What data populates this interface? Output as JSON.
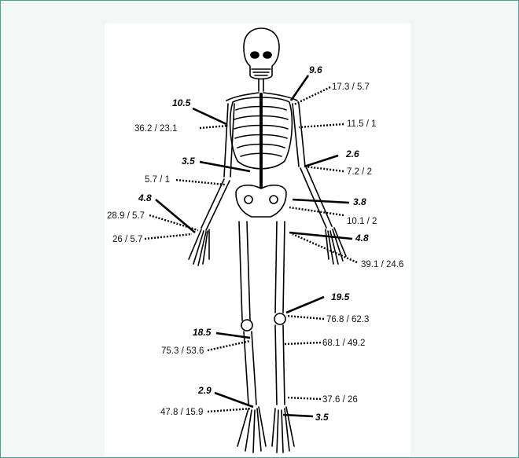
{
  "annotations": [
    {
      "id": "shoulder-right-bold",
      "text": "9.6",
      "bold": true
    },
    {
      "id": "shoulder-right-pair",
      "text": "17.3 / 5.7",
      "bold": false
    },
    {
      "id": "shoulder-left-bold",
      "text": "10.5",
      "bold": true
    },
    {
      "id": "humerus-left-pair",
      "text": "36.2 / 23.1",
      "bold": false
    },
    {
      "id": "humerus-right-pair",
      "text": "11.5 / 1",
      "bold": false
    },
    {
      "id": "elbow-right-bold",
      "text": "2.6",
      "bold": true
    },
    {
      "id": "elbow-right-pair",
      "text": "7.2 / 2",
      "bold": false
    },
    {
      "id": "spine-bold",
      "text": "3.5",
      "bold": true
    },
    {
      "id": "elbow-left-pair",
      "text": "5.7 / 1",
      "bold": false
    },
    {
      "id": "wrist-left-bold",
      "text": "4.8",
      "bold": true
    },
    {
      "id": "wrist-left-pair-1",
      "text": "28.9 / 5.7",
      "bold": false
    },
    {
      "id": "wrist-left-pair-2",
      "text": "26 / 5.7",
      "bold": false
    },
    {
      "id": "pelvis-bold",
      "text": "3.8",
      "bold": true
    },
    {
      "id": "pelvis-pair",
      "text": "10.1 / 2",
      "bold": false
    },
    {
      "id": "hip-bold",
      "text": "4.8",
      "bold": true
    },
    {
      "id": "hip-pair",
      "text": "39.1 / 24.6",
      "bold": false
    },
    {
      "id": "femur-bold",
      "text": "19.5",
      "bold": true
    },
    {
      "id": "femur-pair",
      "text": "76.8 / 62.3",
      "bold": false
    },
    {
      "id": "knee-left-bold",
      "text": "18.5",
      "bold": true
    },
    {
      "id": "knee-left-pair",
      "text": "75.3 / 53.6",
      "bold": false
    },
    {
      "id": "tibia-right-pair",
      "text": "68.1 / 49.2",
      "bold": false
    },
    {
      "id": "ankle-left-bold",
      "text": "2.9",
      "bold": true
    },
    {
      "id": "ankle-left-pair",
      "text": "47.8 / 15.9",
      "bold": false
    },
    {
      "id": "ankle-right-pair",
      "text": "37.6 / 26",
      "bold": false
    },
    {
      "id": "foot-right-bold",
      "text": "3.5",
      "bold": true
    }
  ]
}
